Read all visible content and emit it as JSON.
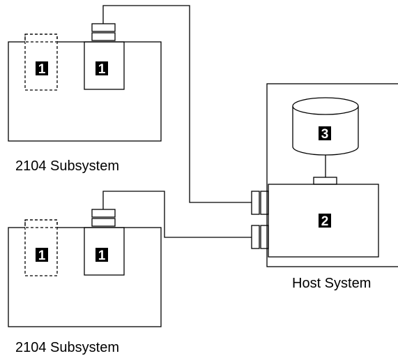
{
  "subsystems": [
    {
      "caption": "2104 Subsystem",
      "slots": [
        {
          "label": "1",
          "installed": false
        },
        {
          "label": "1",
          "installed": true
        }
      ]
    },
    {
      "caption": "2104 Subsystem",
      "slots": [
        {
          "label": "1",
          "installed": false
        },
        {
          "label": "1",
          "installed": true
        }
      ]
    }
  ],
  "host": {
    "caption": "Host System",
    "adapter_label": "2",
    "disk_label": "3"
  },
  "colors": {
    "line": "#000000",
    "badge_fill": "#000000",
    "badge_text": "#ffffff"
  }
}
